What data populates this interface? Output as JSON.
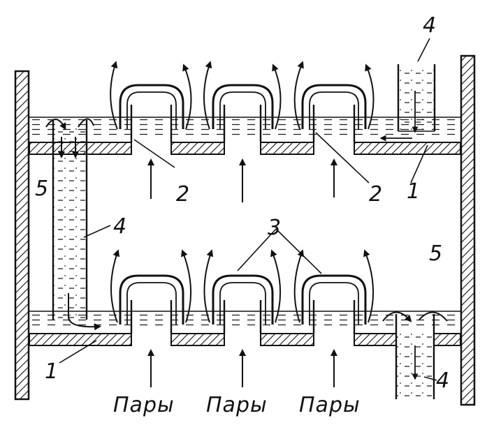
{
  "labels": {
    "tray": "1",
    "cap_slot": "2",
    "bubble_cap": "3",
    "downcomer": "4",
    "column_wall": "5"
  },
  "vapor_label": "Пары"
}
